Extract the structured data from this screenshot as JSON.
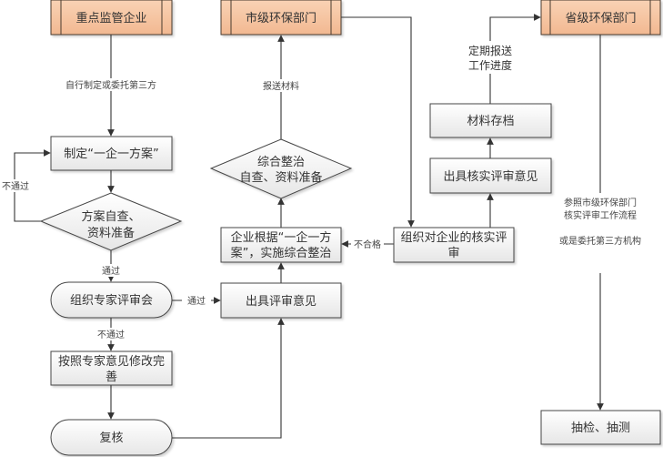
{
  "colors": {
    "swimlane_fill": "#f7c8a3",
    "swimlane_stroke": "#5a4a3a",
    "node_fill_top": "#ffffff",
    "node_fill_bottom": "#e8e8e8",
    "node_stroke": "#444444",
    "edge": "#333333"
  },
  "lanes": {
    "enterprise": "重点监管企业",
    "city": "市级环保部门",
    "province": "省级环保部门"
  },
  "nodes": {
    "make_plan": "制定“一企一方案”",
    "self_check_line1": "方案自查、",
    "self_check_line2": "资料准备",
    "expert_review": "组织专家评审会",
    "revise_line1": "按照专家意见修改完",
    "revise_line2": "善",
    "recheck": "复核",
    "issue_opinion": "出具评审意见",
    "implement_line1": "企业根据“一企一方",
    "implement_line2": "案”，实施综合整治",
    "rectify_line1": "综合整治",
    "rectify_line2": "自查、资料准备",
    "verify_review_line1": "组织对企业的核实评",
    "verify_review_line2": "审",
    "verify_opinion": "出具核实评审意见",
    "archive": "材料存档",
    "spot_check": "抽检、抽测"
  },
  "edges": {
    "self_or_third": "自行制定或委托第三方",
    "fail_1": "不通过",
    "pass_1": "通过",
    "pass_2": "通过",
    "fail_2": "不通过",
    "submit": "报送材料",
    "unqualified": "不合格",
    "report_line1": "定期报送",
    "report_line2": "工作进度",
    "province_note_line1": "参照市级环保部门",
    "province_note_line2": "核实评审工作流程",
    "province_note_line3": "或是委托第三方机构"
  }
}
